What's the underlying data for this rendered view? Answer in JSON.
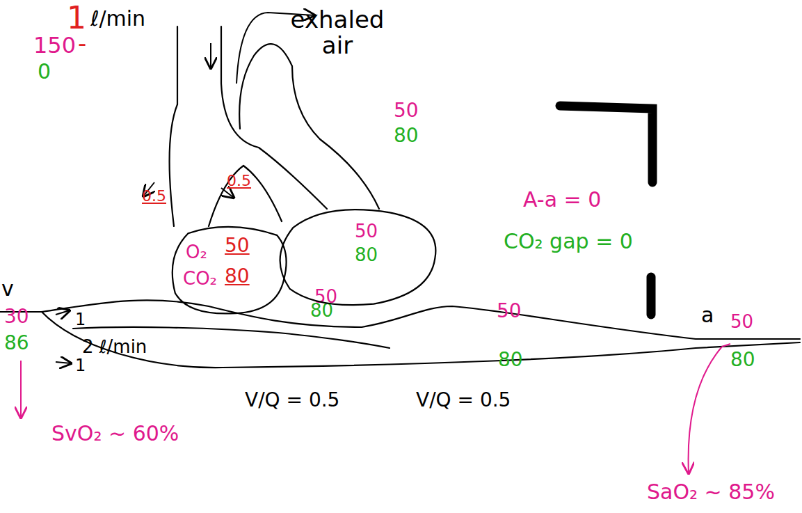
{
  "diagram": {
    "nodes": [
      {
        "text": [
          "O₂",
          "50",
          "CO₂",
          "80"
        ]
      },
      {
        "text": [
          "50",
          "80"
        ]
      }
    ],
    "labels": [
      "1",
      "ℓ/min",
      "exhaled air",
      "150",
      "-",
      "0",
      "0.5",
      "0.5",
      "50",
      "80",
      "A-a = 0",
      "CO₂ gap = 0",
      "v",
      "30",
      "86",
      "1",
      "2 ℓ/min",
      "1",
      "50",
      "80",
      "V/Q = 0.5",
      "V/Q = 0.5",
      "50",
      "80",
      "a",
      "50",
      "80",
      "SvO₂ ~ 60%",
      "SaO₂ ~ 85%"
    ]
  }
}
